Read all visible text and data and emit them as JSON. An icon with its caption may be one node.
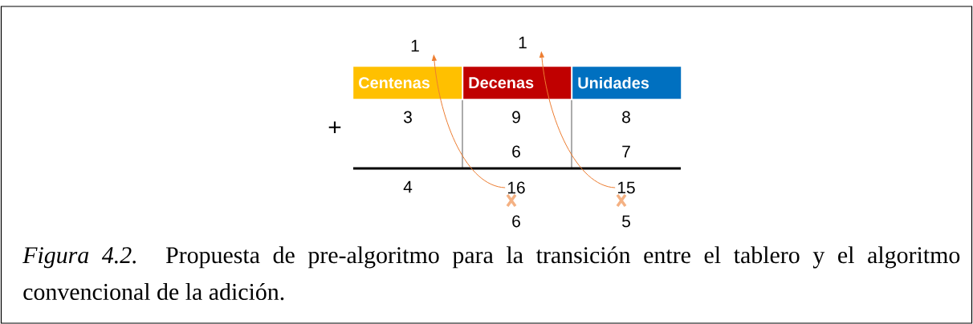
{
  "diagram": {
    "caption": "*Figura 4.2.* Propuesta de pre-algoritmo para la transición entre el tablero y el algoritmo convencional de la adición.",
    "nodes": [
      {
        "text": [
          "1"
        ]
      },
      {
        "text": [
          "1"
        ]
      },
      {
        "text": [
          "16"
        ]
      },
      {
        "text": [
          "15"
        ]
      }
    ],
    "edges": [
      {
        "from": 2,
        "to": 0,
        "arrow": "to"
      },
      {
        "from": 3,
        "to": 1,
        "arrow": "to"
      }
    ],
    "labels": [
      "Centenas",
      "Decenas",
      "Unidades",
      "+",
      "3",
      "9",
      "8",
      "6",
      "7",
      "4",
      "6",
      "5"
    ]
  }
}
